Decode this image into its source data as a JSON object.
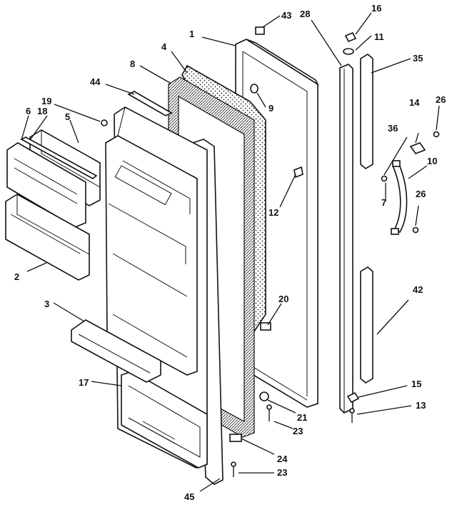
{
  "callouts": [
    {
      "id": "1",
      "text": "1"
    },
    {
      "id": "2",
      "text": "2"
    },
    {
      "id": "3",
      "text": "3"
    },
    {
      "id": "4",
      "text": "4"
    },
    {
      "id": "5",
      "text": "5"
    },
    {
      "id": "6",
      "text": "6"
    },
    {
      "id": "7",
      "text": "7"
    },
    {
      "id": "8",
      "text": "8"
    },
    {
      "id": "9",
      "text": "9"
    },
    {
      "id": "10",
      "text": "10"
    },
    {
      "id": "11",
      "text": "11"
    },
    {
      "id": "12",
      "text": "12"
    },
    {
      "id": "13",
      "text": "13"
    },
    {
      "id": "14",
      "text": "14"
    },
    {
      "id": "15",
      "text": "15"
    },
    {
      "id": "16",
      "text": "16"
    },
    {
      "id": "17",
      "text": "17"
    },
    {
      "id": "18",
      "text": "18"
    },
    {
      "id": "19",
      "text": "19"
    },
    {
      "id": "20",
      "text": "20"
    },
    {
      "id": "21",
      "text": "21"
    },
    {
      "id": "23a",
      "text": "23"
    },
    {
      "id": "23b",
      "text": "23"
    },
    {
      "id": "24",
      "text": "24"
    },
    {
      "id": "26a",
      "text": "26"
    },
    {
      "id": "26b",
      "text": "26"
    },
    {
      "id": "28",
      "text": "28"
    },
    {
      "id": "35",
      "text": "35"
    },
    {
      "id": "36",
      "text": "36"
    },
    {
      "id": "42",
      "text": "42"
    },
    {
      "id": "43",
      "text": "43"
    },
    {
      "id": "44",
      "text": "44"
    },
    {
      "id": "45",
      "text": "45"
    }
  ]
}
